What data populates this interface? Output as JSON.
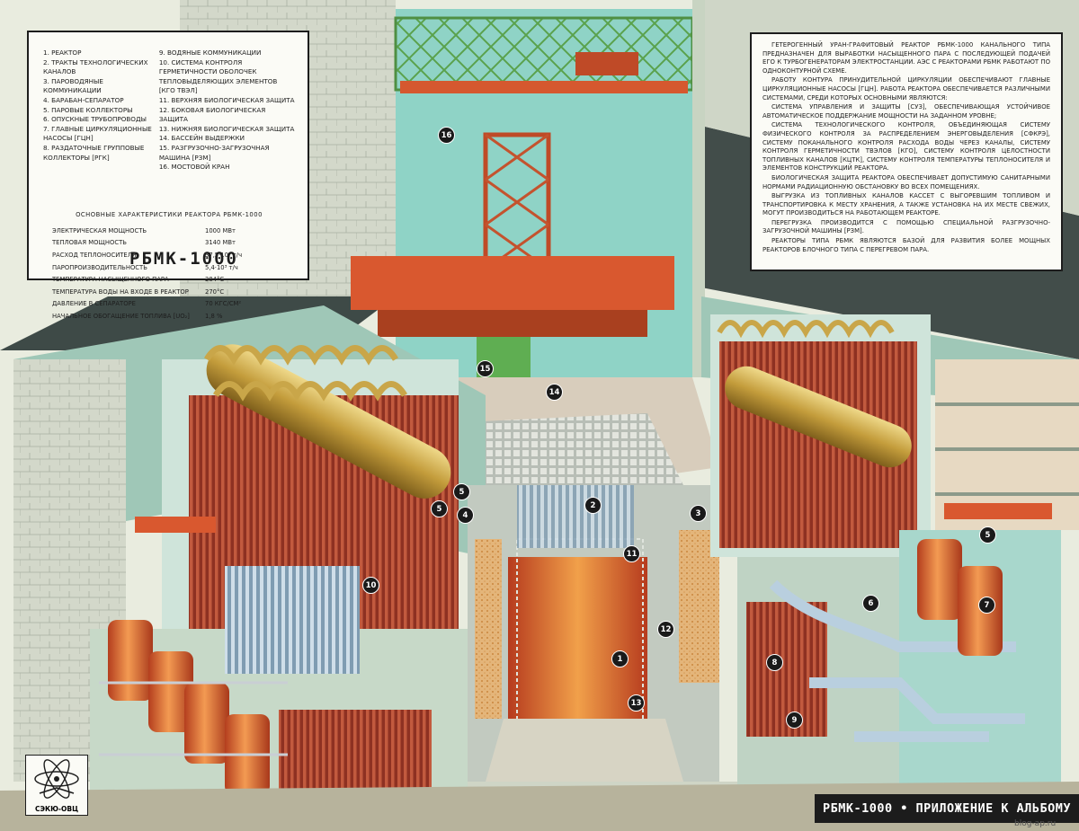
{
  "legend": {
    "items_left": [
      "1. РЕАКТОР",
      "2. ТРАКТЫ ТЕХНОЛОГИЧЕСКИХ КАНАЛОВ",
      "3. ПАРОВОДЯНЫЕ КОММУНИКАЦИИ",
      "4. БАРАБАН-СЕПАРАТОР",
      "5. ПАРОВЫЕ КОЛЛЕКТОРЫ",
      "6. ОПУСКНЫЕ ТРУБОПРОВОДЫ",
      "7. ГЛАВНЫЕ ЦИРКУЛЯЦИОННЫЕ НАСОСЫ [ГЦН]",
      "8. РАЗДАТОЧНЫЕ ГРУППОВЫЕ КОЛЛЕКТОРЫ [РГК]"
    ],
    "items_right": [
      "9. ВОДЯНЫЕ КОММУНИКАЦИИ",
      "10. СИСТЕМА КОНТРОЛЯ ГЕРМЕТИЧНОСТИ ОБОЛОЧЕК ТЕПЛОВЫДЕЛЯЮЩИХ ЭЛЕМЕНТОВ [КГО ТВЭЛ]",
      "11. ВЕРХНЯЯ БИОЛОГИЧЕСКАЯ ЗАЩИТА",
      "12. БОКОВАЯ БИОЛОГИЧЕСКАЯ ЗАЩИТА",
      "13. НИЖНЯЯ БИОЛОГИЧЕСКАЯ ЗАЩИТА",
      "14. БАССЕЙН ВЫДЕРЖКИ",
      "15. РАЗГРУЗОЧНО-ЗАГРУЗОЧНАЯ МАШИНА [РЗМ]",
      "16. МОСТОВОЙ КРАН"
    ],
    "specs_title": "ОСНОВНЫЕ ХАРАКТЕРИСТИКИ РЕАКТОРА РБМК-1000",
    "specs": [
      {
        "label": "ЭЛЕКТРИЧЕСКАЯ МОЩНОСТЬ",
        "value": "1000 МВт"
      },
      {
        "label": "ТЕПЛОВАЯ МОЩНОСТЬ",
        "value": "3140 МВт"
      },
      {
        "label": "РАСХОД ТЕПЛОНОСИТЕЛЯ",
        "value": "37,5·10³ т/ч"
      },
      {
        "label": "ПАРОПРОИЗВОДИТЕЛЬНОСТЬ",
        "value": "5,4·10³ т/ч"
      },
      {
        "label": "ТЕМПЕРАТУРА НАСЫЩЕННОГО ПАРА",
        "value": "284°C"
      },
      {
        "label": "ТЕМПЕРАТУРА ВОДЫ НА ВХОДЕ В РЕАКТОР",
        "value": "270°C"
      },
      {
        "label": "ДАВЛЕНИЕ В СЕПАРАТОРЕ",
        "value": "70 КГС/СМ²"
      },
      {
        "label": "НАЧАЛЬНОЕ ОБОГАЩЕНИЕ ТОПЛИВА [UO₂]",
        "value": "1,8 %"
      }
    ],
    "title": "РБМК-1000"
  },
  "description": {
    "paragraphs": [
      "ГЕТЕРОГЕННЫЙ УРАН-ГРАФИТОВЫЙ РЕАКТОР РБМК-1000 КАНАЛЬНОГО ТИПА ПРЕДНАЗНАЧЕН ДЛЯ ВЫРАБОТКИ НАСЫЩЕННОГО ПАРА С ПОСЛЕДУЮЩЕЙ ПОДАЧЕЙ ЕГО К ТУРБОГЕНЕРАТОРАМ ЭЛЕКТРОСТАНЦИИ. АЭС С РЕАКТОРАМИ РБМК РАБОТАЮТ ПО ОДНОКОНТУРНОЙ СХЕМЕ.",
      "РАБОТУ КОНТУРА ПРИНУДИТЕЛЬНОЙ ЦИРКУЛЯЦИИ ОБЕСПЕЧИВАЮТ ГЛАВНЫЕ ЦИРКУЛЯЦИОННЫЕ НАСОСЫ [ГЦН]. РАБОТА РЕАКТОРА ОБЕСПЕЧИВАЕТСЯ РАЗЛИЧНЫМИ СИСТЕМАМИ, СРЕДИ КОТОРЫХ ОСНОВНЫМИ ЯВЛЯЮТСЯ:",
      "СИСТЕМА УПРАВЛЕНИЯ И ЗАЩИТЫ [СУЗ], ОБЕСПЕЧИВАЮЩАЯ УСТОЙЧИВОЕ АВТОМАТИЧЕСКОЕ ПОДДЕРЖАНИЕ МОЩНОСТИ НА ЗАДАННОМ УРОВНЕ;",
      "СИСТЕМА ТЕХНОЛОГИЧЕСКОГО КОНТРОЛЯ, ОБЪЕДИНЯЮЩАЯ СИСТЕМУ ФИЗИЧЕСКОГО КОНТРОЛЯ ЗА РАСПРЕДЕЛЕНИЕМ ЭНЕРГОВЫДЕЛЕНИЯ [СФКРЭ], СИСТЕМУ ПОКАНАЛЬНОГО КОНТРОЛЯ РАСХОДА ВОДЫ ЧЕРЕЗ КАНАЛЫ, СИСТЕМУ КОНТРОЛЯ ГЕРМЕТИЧНОСТИ ТВЭЛОВ [КГО], СИСТЕМУ КОНТРОЛЯ ЦЕЛОСТНОСТИ ТОПЛИВНЫХ КАНАЛОВ [КЦТК], СИСТЕМУ КОНТРОЛЯ ТЕМПЕРАТУРЫ ТЕПЛОНОСИТЕЛЯ И ЭЛЕМЕНТОВ КОНСТРУКЦИЙ РЕАКТОРА.",
      "БИОЛОГИЧЕСКАЯ ЗАЩИТА РЕАКТОРА ОБЕСПЕЧИВАЕТ ДОПУСТИМУЮ САНИТАРНЫМИ НОРМАМИ РАДИАЦИОННУЮ ОБСТАНОВКУ ВО ВСЕХ ПОМЕЩЕНИЯХ.",
      "ВЫГРУЗКА ИЗ ТОПЛИВНЫХ КАНАЛОВ КАССЕТ С ВЫГОРЕВШИМ ТОПЛИВОМ И ТРАНСПОРТИРОВКА К МЕСТУ ХРАНЕНИЯ, А ТАКЖЕ УСТАНОВКА НА ИХ МЕСТЕ СВЕЖИХ, МОГУТ ПРОИЗВОДИТЬСЯ НА РАБОТАЮЩЕМ РЕАКТОРЕ.",
      "ПЕРЕГРУЗКА ПРОИЗВОДИТСЯ С ПОМОЩЬЮ СПЕЦИАЛЬНОЙ РАЗГРУЗОЧНО-ЗАГРУЗОЧНОЙ МАШИНЫ [РЗМ].",
      "РЕАКТОРЫ ТИПА РБМК ЯВЛЯЮТСЯ БАЗОЙ ДЛЯ РАЗВИТИЯ БОЛЕЕ МОЩНЫХ РЕАКТОРОВ БЛОЧНОГО ТИПА С ПЕРЕГРЕВОМ ПАРА."
    ]
  },
  "callouts": [
    {
      "id": "1",
      "label": "1"
    },
    {
      "id": "2",
      "label": "2"
    },
    {
      "id": "3",
      "label": "3"
    },
    {
      "id": "4",
      "label": "4"
    },
    {
      "id": "5a",
      "label": "5"
    },
    {
      "id": "5b",
      "label": "5"
    },
    {
      "id": "5c",
      "label": "5"
    },
    {
      "id": "6",
      "label": "6"
    },
    {
      "id": "7",
      "label": "7"
    },
    {
      "id": "8",
      "label": "8"
    },
    {
      "id": "9",
      "label": "9"
    },
    {
      "id": "10",
      "label": "10"
    },
    {
      "id": "11",
      "label": "11"
    },
    {
      "id": "12",
      "label": "12"
    },
    {
      "id": "13",
      "label": "13"
    },
    {
      "id": "14",
      "label": "14"
    },
    {
      "id": "15",
      "label": "15"
    },
    {
      "id": "16",
      "label": "16"
    }
  ],
  "footer": {
    "title": "РБМК-1000 • ПРИЛОЖЕНИЕ К АЛЬБОМУ"
  },
  "logo": {
    "text": "СЭКЮ-ОВЦ"
  },
  "watermark": "blog-ap.ru",
  "colors": {
    "wall": "#c8d6c2",
    "pool": "#8ad0c0",
    "pipe_red": "#b4452f",
    "collector_gold": "#c0a040",
    "core_orange": "#e06a28",
    "crane_orange": "#e0603a",
    "frame_green": "#6cab5a",
    "pipe_blue": "#9cb8cc",
    "roof_dark": "#3b4744",
    "floor": "#d8cfc0"
  }
}
